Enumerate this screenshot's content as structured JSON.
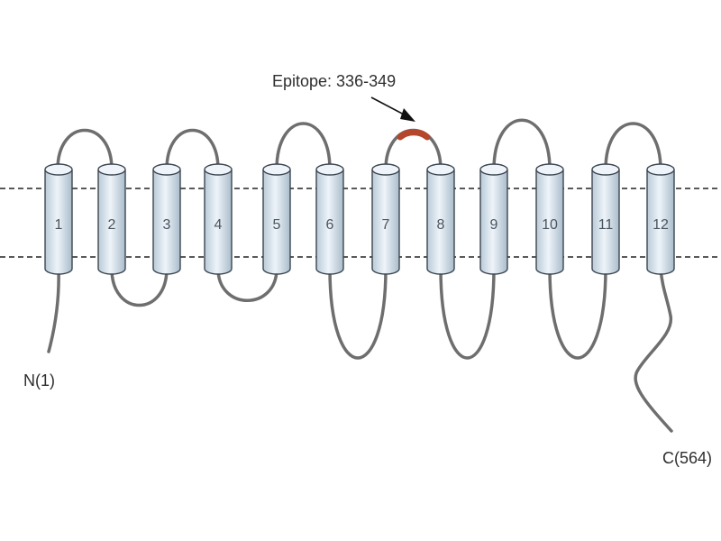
{
  "diagram": {
    "epitope_label": "Epitope: 336-349",
    "n_terminus": "N(1)",
    "c_terminus": "C(564)",
    "helices": [
      "1",
      "2",
      "3",
      "4",
      "5",
      "6",
      "7",
      "8",
      "9",
      "10",
      "11",
      "12"
    ],
    "epitope_loop_between": [
      "7",
      "8"
    ],
    "colors": {
      "helix_fill": "#dce7f1",
      "helix_stroke": "#3c4650",
      "loop_stroke": "#6e6e6e",
      "epitope": "#b5452b",
      "membrane_line": "#222222"
    }
  }
}
